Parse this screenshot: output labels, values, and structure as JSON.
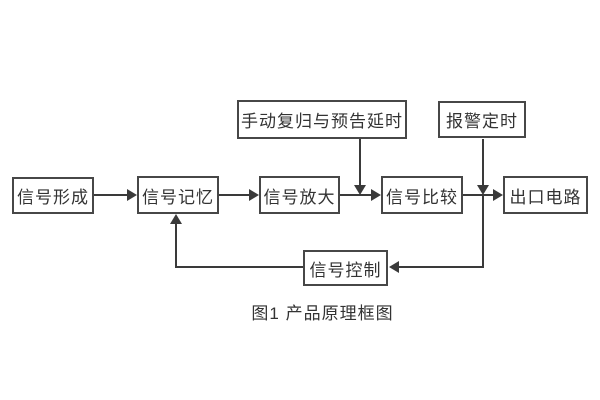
{
  "diagram": {
    "caption": "图1 产品原理框图",
    "nodes": [
      {
        "id": "signal-formation",
        "label": "信号形成"
      },
      {
        "id": "signal-memory",
        "label": "信号记忆"
      },
      {
        "id": "signal-amplification",
        "label": "信号放大"
      },
      {
        "id": "signal-comparison",
        "label": "信号比较"
      },
      {
        "id": "outlet-circuit",
        "label": "出口电路"
      },
      {
        "id": "manual-reset-delay",
        "label": "手动复归与预告延时"
      },
      {
        "id": "alarm-timing",
        "label": "报警定时"
      },
      {
        "id": "signal-control",
        "label": "信号控制"
      }
    ],
    "edges": [
      {
        "from": "signal-formation",
        "to": "signal-memory"
      },
      {
        "from": "signal-memory",
        "to": "signal-amplification"
      },
      {
        "from": "signal-amplification",
        "to": "signal-comparison"
      },
      {
        "from": "signal-comparison",
        "to": "outlet-circuit"
      },
      {
        "from": "manual-reset-delay",
        "to": "signal-comparison",
        "note": "drops onto connector between 信号放大 and 信号比较"
      },
      {
        "from": "alarm-timing",
        "to": "outlet-circuit",
        "note": "drops onto connector between 信号比较 and 出口电路"
      },
      {
        "from": "signal-comparison",
        "to": "signal-control",
        "note": "down from connector junction, then left"
      },
      {
        "from": "signal-control",
        "to": "signal-memory",
        "note": "left then up into bottom of 信号记忆"
      }
    ],
    "colors": {
      "background": "#ffffff",
      "box_border": "#474747",
      "line": "#3a3a3a",
      "text": "#333333"
    }
  }
}
